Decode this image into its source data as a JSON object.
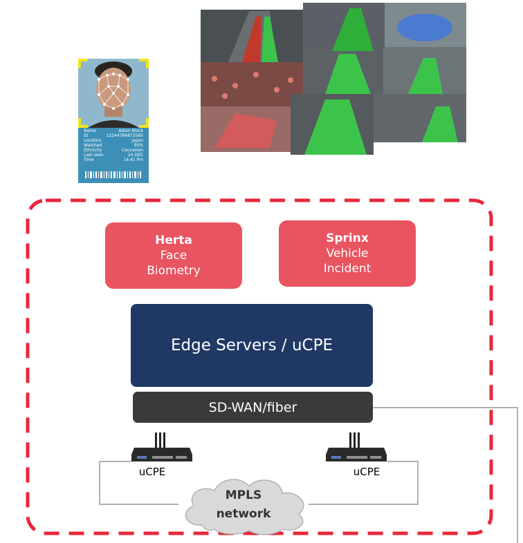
{
  "id_card": {
    "rows": [
      {
        "k": "Name",
        "v": "Adam Black"
      },
      {
        "k": "ID",
        "v": "12244784872585"
      },
      {
        "k": "Location",
        "v": "Japan"
      },
      {
        "k": "Watched",
        "v": "95%"
      },
      {
        "k": "Ethnicity",
        "v": "Caucasian"
      },
      {
        "k": "Last seen",
        "v": "24 DEC"
      },
      {
        "k": "Time",
        "v": "14:41 Pm"
      }
    ]
  },
  "apps": {
    "herta": {
      "name": "Herta",
      "line1": "Face",
      "line2": "Biometry"
    },
    "sprinx": {
      "name": "Sprinx",
      "line1": "Vehicle",
      "line2": "Incident"
    }
  },
  "edge_label": "Edge Servers / uCPE",
  "sdwan_label": "SD-WAN/fiber",
  "ucpe_left": "uCPE",
  "ucpe_right": "uCPE",
  "cloud": {
    "line1": "MPLS",
    "line2": "network"
  },
  "colors": {
    "dashed_border": "#e8283c",
    "app_box": "#e8545f",
    "edge_box": "#1f3864",
    "sdwan_box": "#3a3a3a",
    "cloud_fill": "#d9d9d9"
  }
}
